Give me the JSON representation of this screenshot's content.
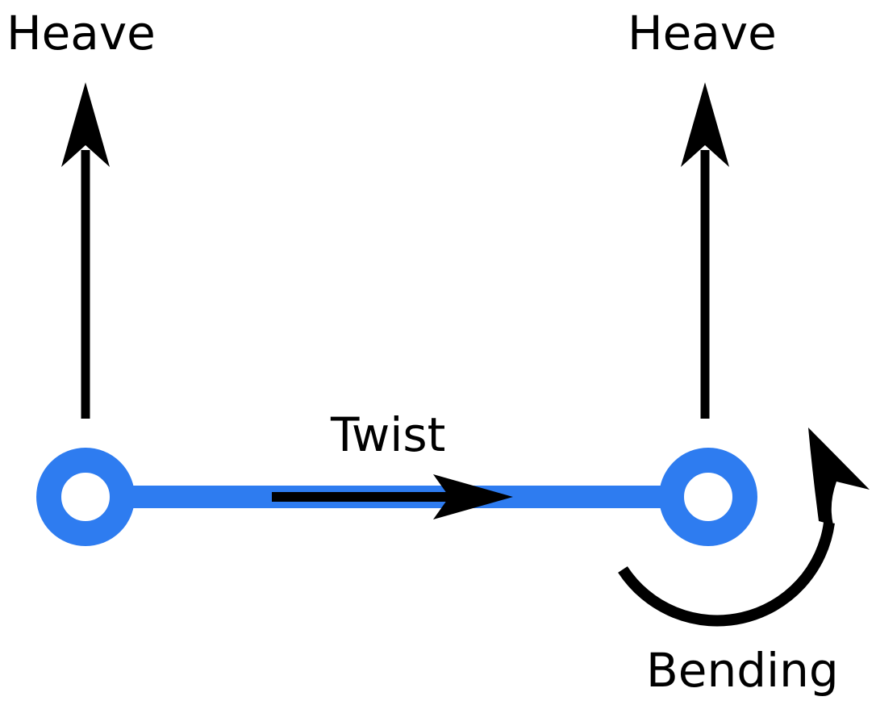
{
  "diagram": {
    "title": "beam degrees-of-freedom diagram",
    "labels": {
      "heave_left": "Heave",
      "heave_right": "Heave",
      "twist": "Twist",
      "bending": "Bending"
    },
    "colors": {
      "beam_blue": "#2E7CF0",
      "ink": "#000000",
      "background": "#FFFFFF"
    },
    "elements": [
      {
        "name": "heave-arrow-left",
        "type": "arrow",
        "direction": "up"
      },
      {
        "name": "heave-arrow-right",
        "type": "arrow",
        "direction": "up"
      },
      {
        "name": "twist-arrow",
        "type": "arrow",
        "direction": "right"
      },
      {
        "name": "bending-arrow",
        "type": "curved-arrow",
        "direction": "counterclockwise"
      },
      {
        "name": "beam",
        "type": "bar"
      },
      {
        "name": "node-left",
        "type": "ring"
      },
      {
        "name": "node-right",
        "type": "ring"
      }
    ]
  }
}
